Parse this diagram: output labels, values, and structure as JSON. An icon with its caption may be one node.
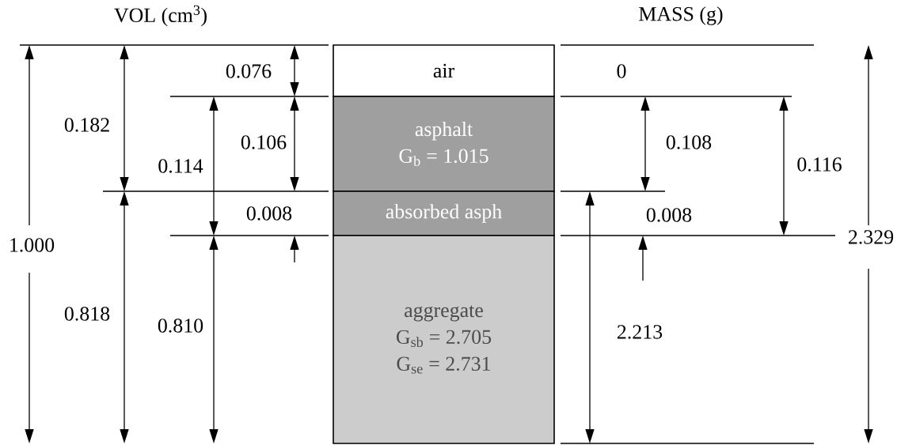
{
  "diagram": {
    "nodes": [
      {
        "text": [
          "air"
        ]
      },
      {
        "text": [
          "asphalt",
          "G$_{b}$ = 1.015"
        ]
      },
      {
        "text": [
          "absorbed asph"
        ]
      },
      {
        "text": [
          "aggregate",
          "G$_{sb}$ = 2.705",
          "G$_{se}$ = 2.731"
        ]
      }
    ],
    "labels": [
      "VOL (cm$^{3}$)",
      "MASS (g)",
      "0.076",
      "0",
      "0.182",
      "0.106",
      "0.108",
      "0.114",
      "0.116",
      "0.008",
      "0.008",
      "1.000",
      "2.329",
      "0.818",
      "0.810",
      "2.213"
    ]
  }
}
